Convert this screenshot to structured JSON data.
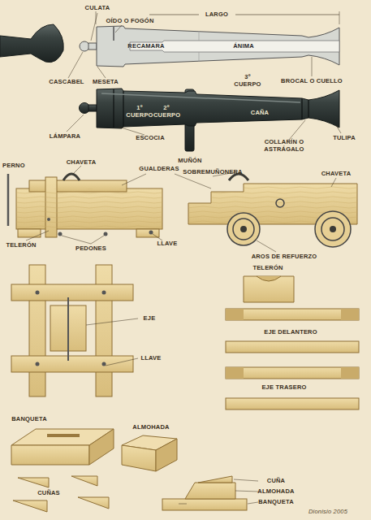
{
  "diagram": {
    "labels": [
      "CULATA",
      "OÍDO O FOGÓN",
      "LARGO",
      "RECAMARA",
      "ÁNIMA",
      "CASCABEL",
      "MESETA",
      "3º CUERPO",
      "BROCAL O CUELLO",
      "1º CUERPO",
      "2º CUERPO",
      "CAÑA",
      "LÁMPARA",
      "ESCOCIA",
      "MUÑÓN",
      "COLLARÍN O ASTRÁGALO",
      "TULIPA",
      "PERNO",
      "CHAVETA",
      "GUALDERAS",
      "SOBREMUÑONERA",
      "CHAVETA",
      "TELERÓN",
      "PEDONES",
      "LLAVE",
      "AROS DE REFUERZO",
      "TELERÓN",
      "EJE",
      "LLAVE",
      "EJE DELANTERO",
      "EJE TRASERO",
      "BANQUETA",
      "ALMOHADA",
      "CUÑAS",
      "CUÑA",
      "ALMOHADA",
      "BANQUETA",
      "Dionisio 2005"
    ]
  }
}
